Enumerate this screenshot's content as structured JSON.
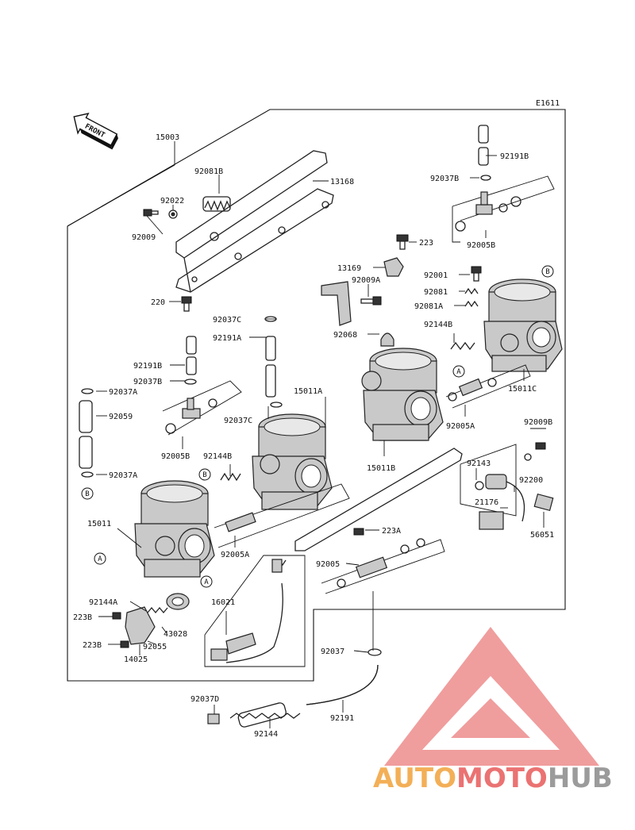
{
  "diagram": {
    "code": "E1611",
    "direction_label": "FRONT",
    "labels": {
      "l15003": "15003",
      "l92081B": "92081B",
      "l13168": "13168",
      "l92022": "92022",
      "l92009": "92009",
      "l220": "220",
      "l223": "223",
      "l13169": "13169",
      "l92009A": "92009A",
      "l92068": "92068",
      "l92191B_tr": "92191B",
      "l92037B_tr": "92037B",
      "l92005B_tr": "92005B",
      "l92001": "92001",
      "l92081": "92081",
      "l92081A": "92081A",
      "l92144B_r": "92144B",
      "l15011C": "15011C",
      "l92037C_a": "92037C",
      "l92191A": "92191A",
      "l92191B_l": "92191B",
      "l92037B_l": "92037B",
      "l92037A_t": "92037A",
      "l92059": "92059",
      "l92037A_b": "92037A",
      "l92005B_l": "92005B",
      "l92037C_b": "92037C",
      "l92144B_l": "92144B",
      "l15011A": "15011A",
      "l15011B": "15011B",
      "l92005A_r": "92005A",
      "l92009B": "92009B",
      "l92143": "92143",
      "l92200": "92200",
      "l21176": "21176",
      "l56051": "56051",
      "l15011": "15011",
      "l92005A_l": "92005A",
      "l223A": "223A",
      "l92005": "92005",
      "l92144A": "92144A",
      "l223B_1": "223B",
      "l223B_2": "223B",
      "l43028": "43028",
      "l92055": "92055",
      "l14025": "14025",
      "l16021": "16021",
      "l92037": "92037",
      "l92037D": "92037D",
      "l92144": "92144",
      "l92191": "92191"
    },
    "callouts": {
      "A": "A",
      "B": "B"
    }
  },
  "watermark": {
    "text_orange": "AUTO",
    "text_red": "MOTO",
    "text_gray": "HUB",
    "colors": {
      "orange": "#f2a23a",
      "red": "#e85a5a",
      "gray": "#8a8a8a",
      "triangle": "#ee8c8c"
    }
  }
}
